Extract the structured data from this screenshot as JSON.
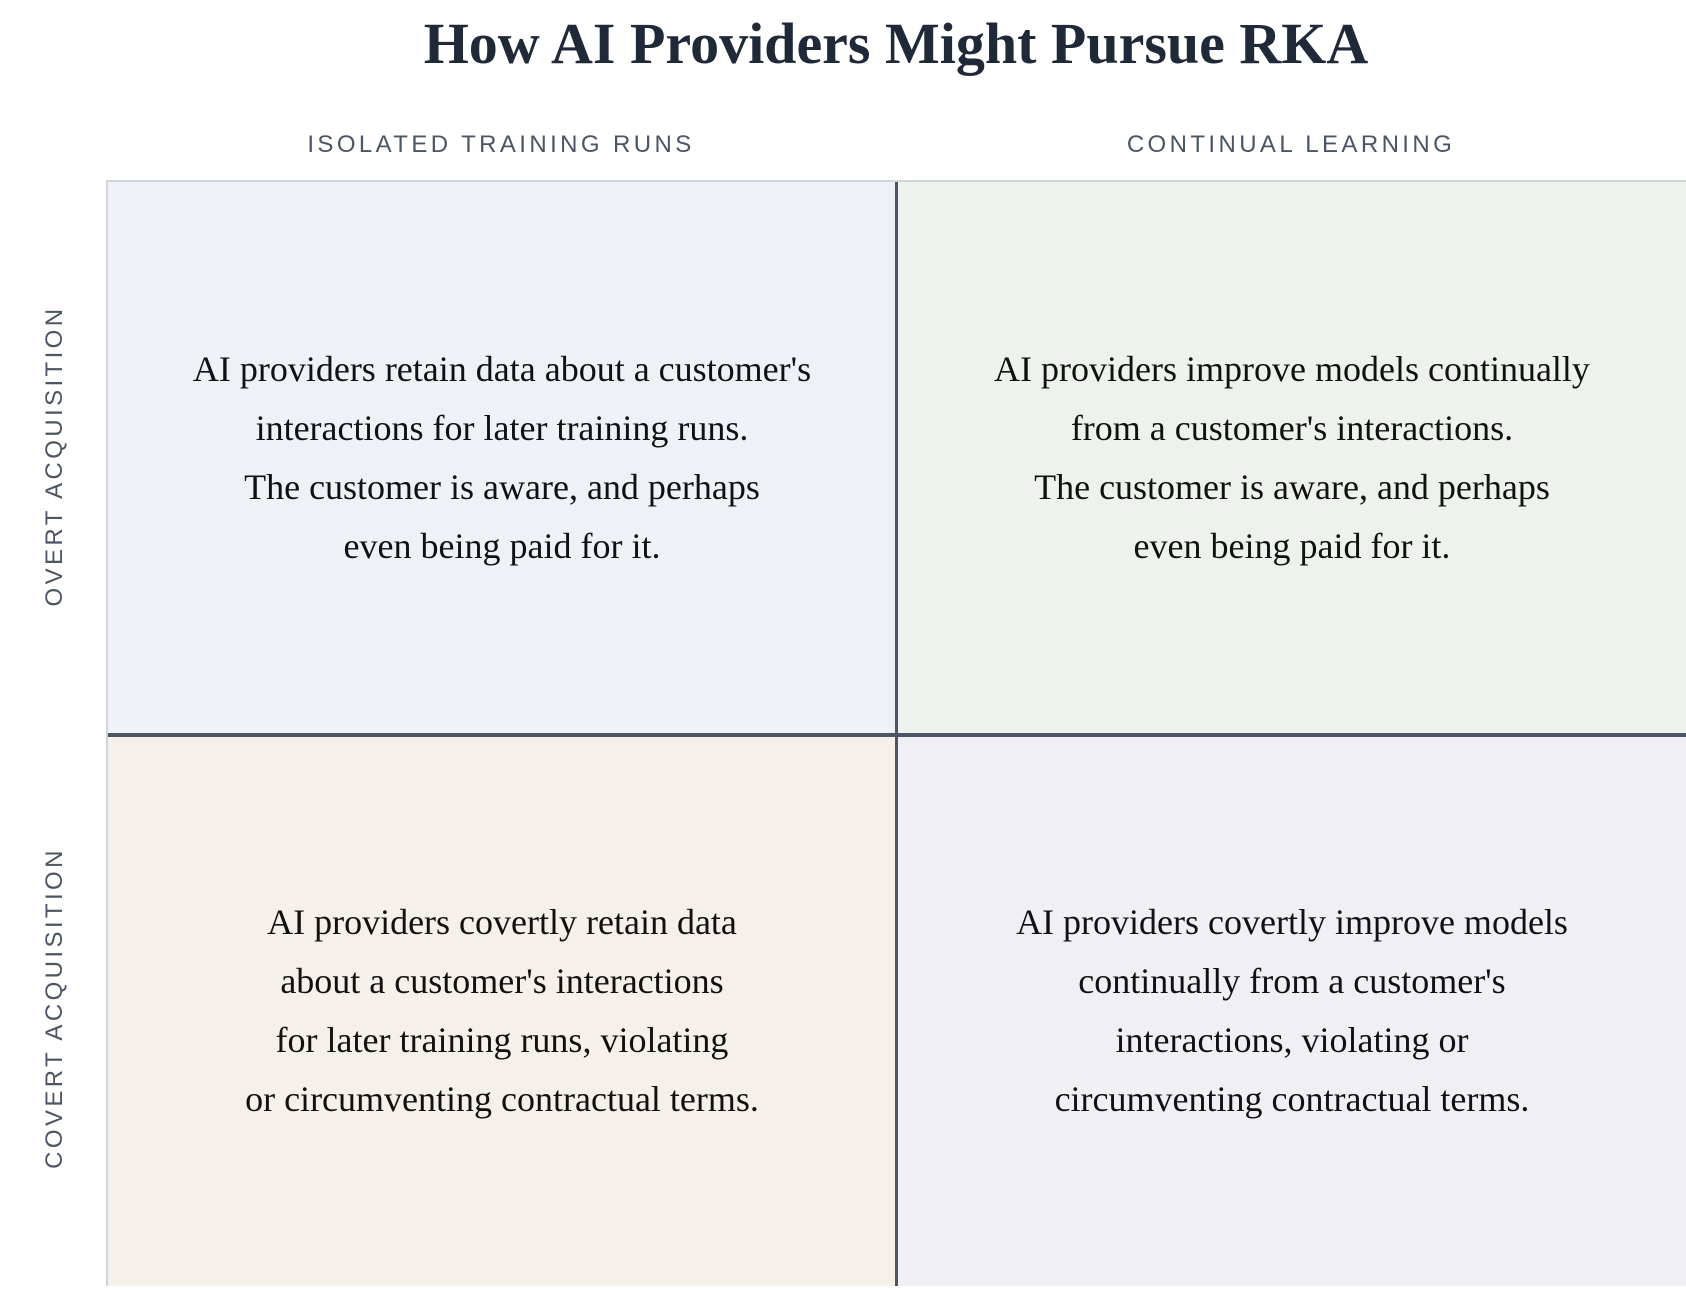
{
  "title": "How AI Providers Might Pursue RKA",
  "columns": [
    "ISOLATED TRAINING RUNS",
    "CONTINUAL LEARNING"
  ],
  "rows": [
    "OVERT ACQUISITION",
    "COVERT ACQUISITION"
  ],
  "quadrants": {
    "overt_isolated": [
      "AI providers retain data about a customer's",
      "interactions for later training runs.",
      "The customer is aware, and perhaps",
      "even being paid for it."
    ],
    "overt_continual": [
      "AI providers improve models continually",
      "from a customer's interactions.",
      "The customer is aware, and perhaps",
      "even being paid for it."
    ],
    "covert_isolated": [
      "AI providers covertly retain data",
      "about a customer's interactions",
      "for later training runs, violating",
      "or circumventing contractual terms."
    ],
    "covert_continual": [
      "AI providers covertly improve models",
      "continually from a customer's",
      "interactions, violating or",
      "circumventing contractual terms."
    ]
  },
  "colors": {
    "overt_isolated_bg": "#eef1f6",
    "overt_continual_bg": "#eef2ec",
    "covert_isolated_bg": "#f5f0e9",
    "covert_continual_bg": "#f0eff4",
    "divider": "#4b5563",
    "header_text": "#4b5563",
    "title_text": "#1f2937"
  }
}
